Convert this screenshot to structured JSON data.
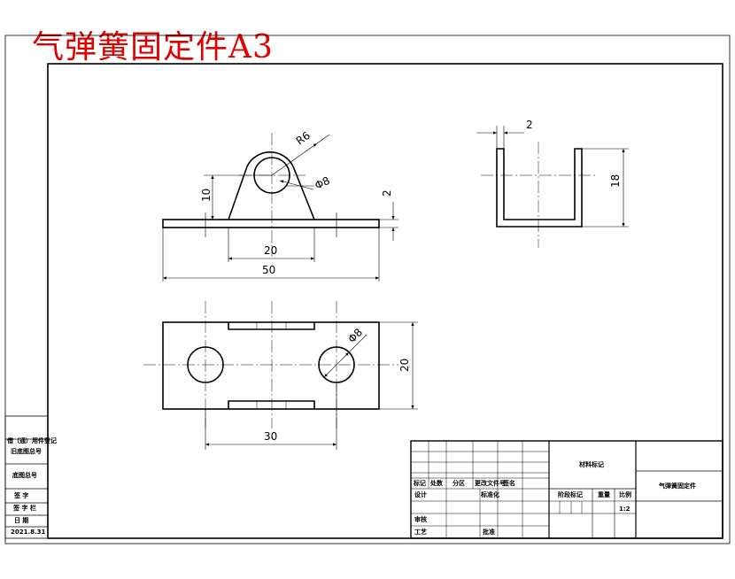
{
  "title": "气弹簧固定件A3",
  "colors": {
    "title": "#e00000",
    "line": "#000000",
    "center_line": "#000000"
  },
  "front_view": {
    "dims": {
      "radius": "R6",
      "hole": "Φ8",
      "height": "10",
      "thickness": "2",
      "inner": "20",
      "overall": "50"
    }
  },
  "side_view": {
    "dims": {
      "wall": "2",
      "height": "18"
    }
  },
  "top_view": {
    "dims": {
      "hole": "Φ8",
      "height": "20",
      "spacing": "30"
    }
  },
  "left_table": {
    "rows": [
      "借（通）用件登记",
      "旧底图总号",
      "底图总号",
      "签 字",
      "签 字 栏",
      "日 期",
      "2021.8.31"
    ]
  },
  "title_block": {
    "material": "材料标记",
    "part_name": "气弹簧固定件",
    "stage_mark": "阶段标记",
    "weight": "重量",
    "scale": "比例",
    "scale_value": "1:2",
    "mark": "标记",
    "count": "处数",
    "zone": "分区",
    "change_doc": "更改文件号",
    "signature": "签名",
    "designer": "设计",
    "standard": "标准化",
    "reviewer": "审核",
    "process": "工艺",
    "approval": "批准"
  }
}
